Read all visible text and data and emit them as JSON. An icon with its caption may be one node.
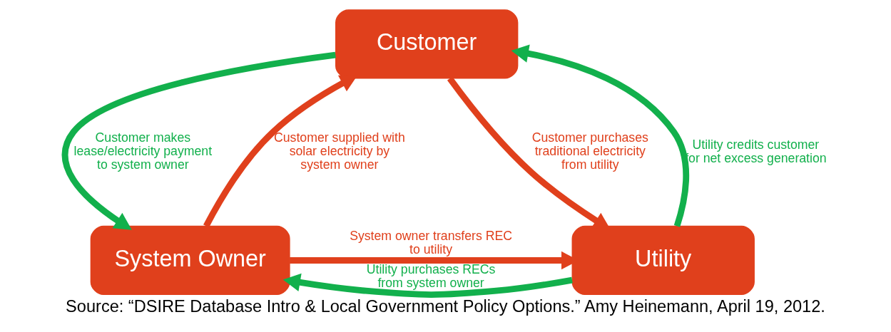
{
  "diagram": {
    "caption": "Source: “DSIRE Database Intro & Local Government Policy Options.” Amy Heinemann, April 19, 2012.",
    "nodes": [
      {
        "text": [
          "Customer"
        ]
      },
      {
        "text": [
          "System Owner"
        ]
      },
      {
        "text": [
          "Utility"
        ]
      }
    ],
    "edges": [
      {
        "from": 1,
        "to": 0,
        "arrow": "to",
        "label": "Customer supplied with solar electricity by system owner",
        "color": "#e0401c"
      },
      {
        "from": 0,
        "to": 1,
        "arrow": "to",
        "label": "Customer makes lease/electricity payment to system owner",
        "color": "#12b04c"
      },
      {
        "from": 0,
        "to": 2,
        "arrow": "to",
        "label": "Customer purchases traditional electricity from utility",
        "color": "#e0401c"
      },
      {
        "from": 2,
        "to": 0,
        "arrow": "to",
        "label": "Utility credits customer for net excess generation",
        "color": "#12b04c"
      },
      {
        "from": 2,
        "to": 1,
        "arrow": "to",
        "label": "Utility purchases RECs from system owner",
        "color": "#12b04c"
      },
      {
        "from": 1,
        "to": 2,
        "arrow": "to",
        "label": "System owner transfers REC to utility",
        "color": "#e0401c"
      }
    ]
  }
}
